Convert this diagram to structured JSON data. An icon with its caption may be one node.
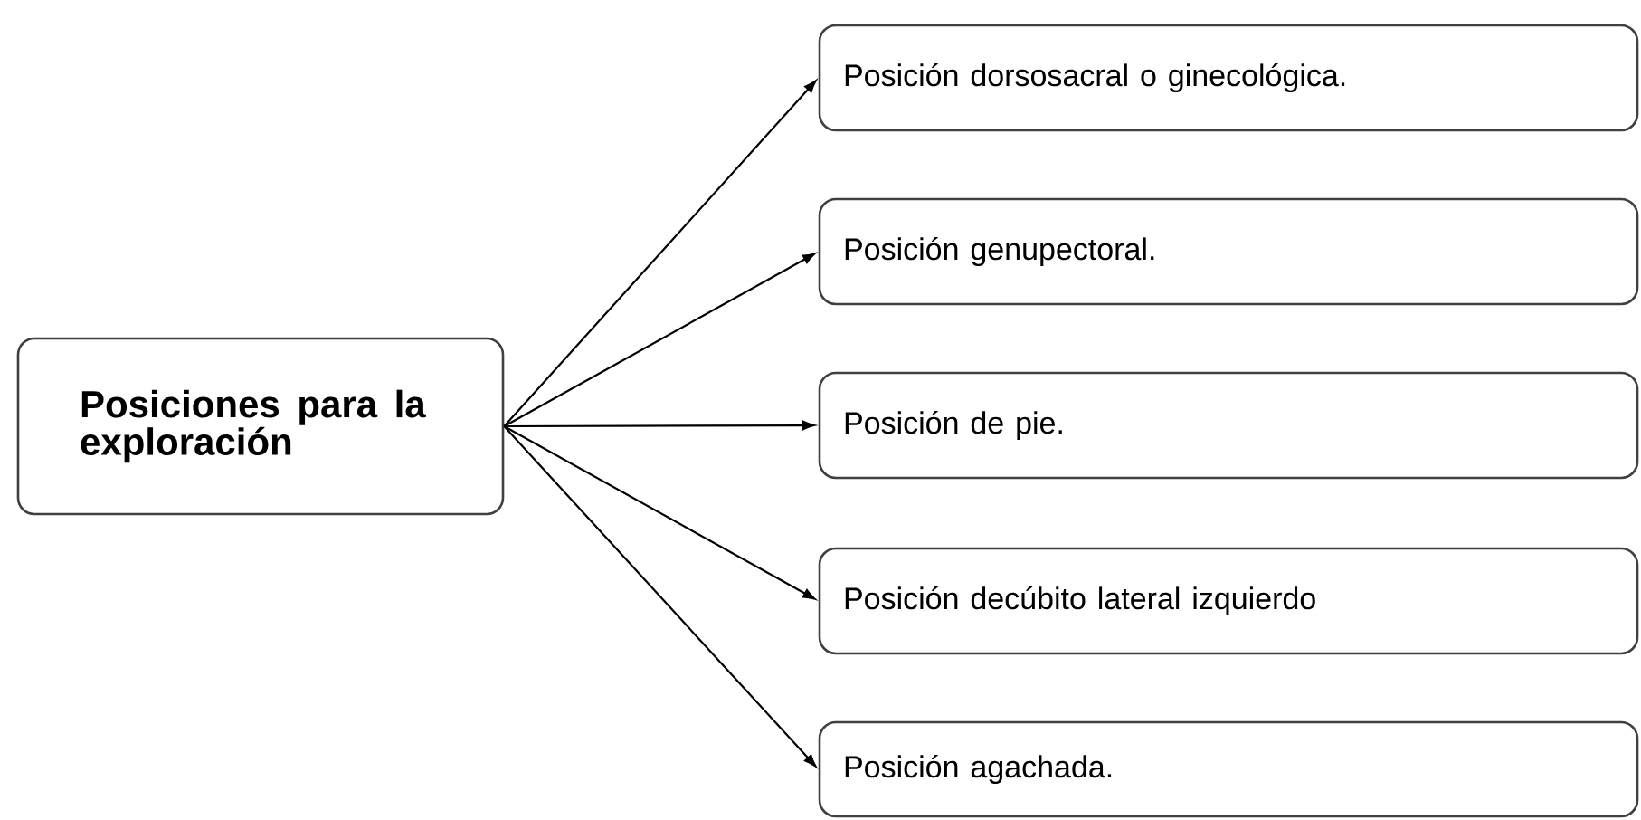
{
  "diagram": {
    "nodes": [
      {
        "text": [
          "Posiciones para la exploración"
        ]
      },
      {
        "text": [
          "Posición dorsosacral o ginecológica."
        ]
      },
      {
        "text": [
          "Posición genupectoral."
        ]
      },
      {
        "text": [
          "Posición de pie."
        ]
      },
      {
        "text": [
          "Posición decúbito lateral izquierdo"
        ]
      },
      {
        "text": [
          "Posición agachada."
        ]
      }
    ],
    "edges": [
      {
        "from": 0,
        "to": 1,
        "arrow": "to"
      },
      {
        "from": 0,
        "to": 2,
        "arrow": "to"
      },
      {
        "from": 0,
        "to": 3,
        "arrow": "to"
      },
      {
        "from": 0,
        "to": 4,
        "arrow": "to"
      },
      {
        "from": 0,
        "to": 5,
        "arrow": "to"
      }
    ]
  }
}
